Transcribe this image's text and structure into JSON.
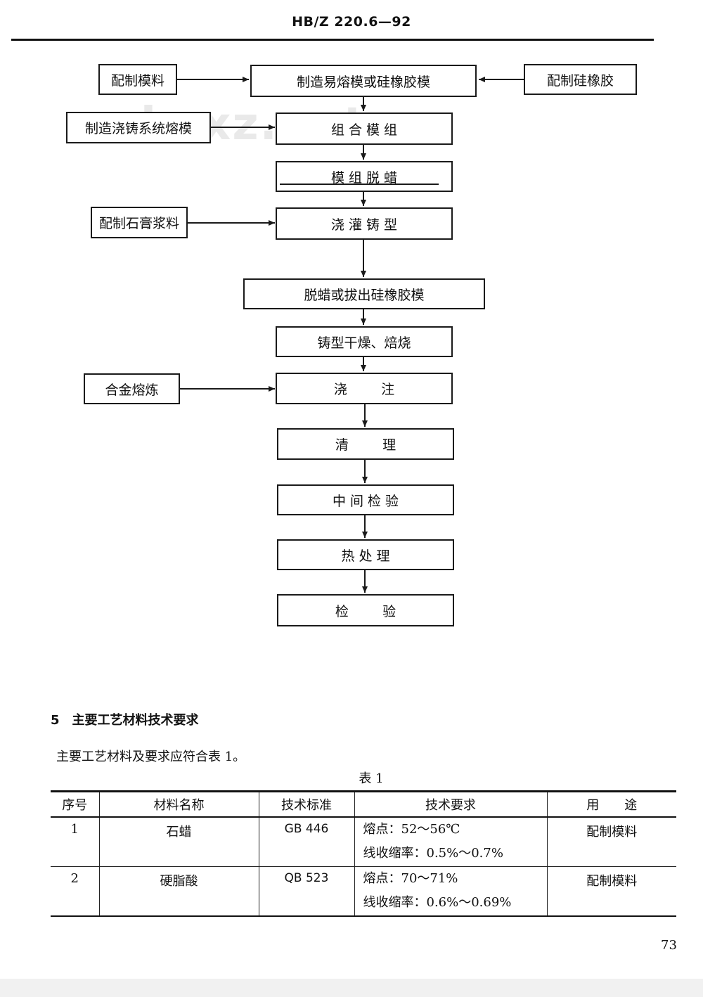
{
  "header": {
    "doc_code": "HB/Z 220.6—92"
  },
  "watermark": "bzxz.net",
  "flowchart": {
    "main_steps": [
      "制造易熔模或硅橡胶模",
      "组 合 模 组",
      "模 组 脱 蜡",
      "浇 灌 铸 型",
      "脱蜡或拔出硅橡胶模",
      "铸型干燥、焙烧",
      "浇        注",
      "清        理",
      "中 间 检 验",
      "热 处 理",
      "检        验"
    ],
    "side_inputs": [
      "配制模料",
      "配制硅橡胶",
      "制造浇铸系统熔模",
      "配制石膏浆料",
      "合金熔炼"
    ]
  },
  "section": {
    "number": "5",
    "title": "主要工艺材料技术要求",
    "intro": "主要工艺材料及要求应符合表 1。",
    "table_caption": "表 1"
  },
  "table": {
    "headers": [
      "序号",
      "材料名称",
      "技术标准",
      "技术要求",
      "用　　途"
    ],
    "rows": [
      {
        "no": "1",
        "name": "石蜡",
        "standard": "GB 446",
        "req1": "熔点：52～56℃",
        "req2": "线收缩率：0.5%～0.7%",
        "use": "配制模料"
      },
      {
        "no": "2",
        "name": "硬脂酸",
        "standard": "QB 523",
        "req1": "熔点：70～71%",
        "req2": "线收缩率：0.6%～0.69%",
        "use": "配制模料"
      }
    ]
  },
  "page_number": "73"
}
